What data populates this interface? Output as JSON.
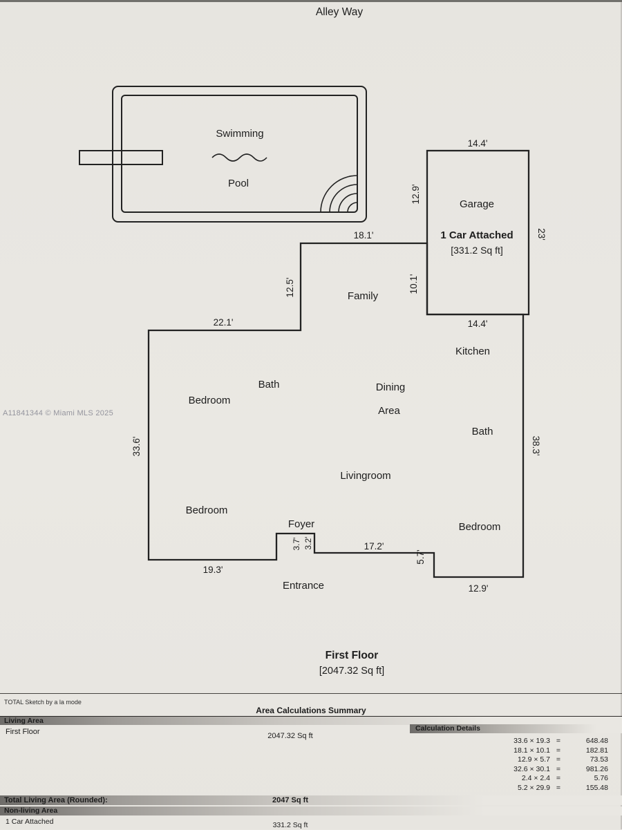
{
  "page": {
    "street_label": "Alley Way",
    "watermark": "A11841344 © Miami MLS 2025",
    "floor_title": "First Floor",
    "floor_area": "[2047.32 Sq ft]"
  },
  "pool": {
    "line1": "Swimming",
    "line2": "Pool"
  },
  "garage": {
    "name": "Garage",
    "type": "1 Car Attached",
    "area": "[331.2 Sq ft]",
    "dim_top": "14.4'",
    "dim_right": "23'",
    "dim_left_upper": "12.9'",
    "dim_left_lower": "10.1'",
    "dim_bottom": "14.4'"
  },
  "rooms": {
    "family": "Family",
    "kitchen": "Kitchen",
    "bath_upper": "Bath",
    "bedroom_upper": "Bedroom",
    "dining_line1": "Dining",
    "dining_line2": "Area",
    "bath_right": "Bath",
    "livingroom": "Livingroom",
    "bedroom_lower": "Bedroom",
    "foyer": "Foyer",
    "bedroom_right": "Bedroom",
    "entrance": "Entrance"
  },
  "dims": {
    "top": "18.1'",
    "family_left": "12.5'",
    "upper_left": "22.1'",
    "left": "33.6'",
    "bottom_left": "19.3'",
    "foyer_left": "3.7'",
    "foyer_right": "3.2'",
    "bottom_middle": "17.2'",
    "notch": "5.7'",
    "bottom_right": "12.9'",
    "right": "38.3'"
  },
  "summary": {
    "sketch_credit": "TOTAL Sketch by a la mode",
    "title": "Area Calculations Summary",
    "living_area_header": "Living Area",
    "first_floor_label": "First Floor",
    "first_floor_area": "2047.32 Sq ft",
    "calc_details_header": "Calculation Details",
    "equals": "=",
    "calc_lines": [
      {
        "expr": "33.6 × 19.3",
        "result": "648.48"
      },
      {
        "expr": "18.1 × 10.1",
        "result": "182.81"
      },
      {
        "expr": "12.9 × 5.7",
        "result": "73.53"
      },
      {
        "expr": "32.6 × 30.1",
        "result": "981.26"
      },
      {
        "expr": "2.4 × 2.4",
        "result": "5.76"
      },
      {
        "expr": "5.2 × 29.9",
        "result": "155.48"
      }
    ],
    "total_label": "Total Living Area (Rounded):",
    "total_value": "2047 Sq ft",
    "nonliving_header": "Non-living Area",
    "nonliving_label": "1 Car Attached",
    "nonliving_value": "331.2 Sq ft"
  }
}
